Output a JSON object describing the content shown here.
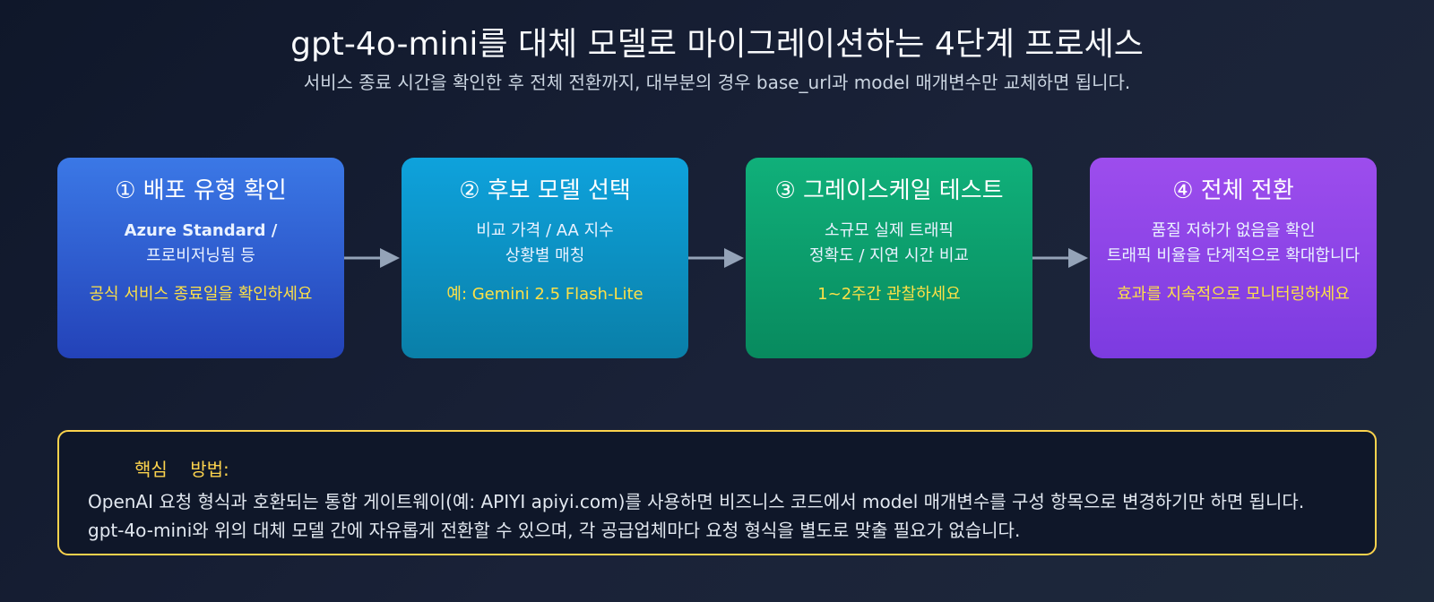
{
  "title": "gpt-4o-mini를 대체 모델로 마이그레이션하는 4단계 프로세스",
  "subtitle": "서비스 종료 시간을 확인한 후 전체 전환까지, 대부분의 경우 base_url과 model 매개변수만 교체하면 됩니다.",
  "steps": [
    {
      "title": "① 배포 유형 확인",
      "desc_bold": "Azure Standard /",
      "desc_line2": "프로비저닝됨 등",
      "note": "공식 서비스 종료일을 확인하세요",
      "color": "#2f5fd6"
    },
    {
      "title": "② 후보 모델 선택",
      "desc_line1": "비교 가격 / AA 지수",
      "desc_line2": "상황별 매칭",
      "note": "예: Gemini 2.5 Flash-Lite",
      "color": "#0c91c4"
    },
    {
      "title": "③ 그레이스케일 테스트",
      "desc_line1": "소규모 실제 트래픽",
      "desc_line2": "정확도 / 지연 시간 비교",
      "note": "1~2주간 관찰하세요",
      "color": "#0c9e6c"
    },
    {
      "title": "④ 전체 전환",
      "desc_line1": "품질 저하가 없음을 확인",
      "desc_line2": "트래픽 비율을 단계적으로 확대합니다",
      "note": "효과를 지속적으로 모니터링하세요",
      "color": "#8b44e6"
    }
  ],
  "callout": {
    "label": "핵심    방법:",
    "line1": "OpenAI 요청 형식과 호환되는 통합 게이트웨이(예: APIYI apiyi.com)를 사용하면 비즈니스 코드에서 model 매개변수를 구성 항목으로 변경하기만 하면 됩니다.",
    "line2": "gpt-4o-mini와 위의 대체 모델 간에 자유롭게 전환할 수 있으며, 각 공급업체마다 요청 형식을 별도로 맞출 필요가 없습니다.",
    "border_color": "#fcd34d"
  },
  "icons": {
    "arrow": "right-arrow-icon"
  }
}
